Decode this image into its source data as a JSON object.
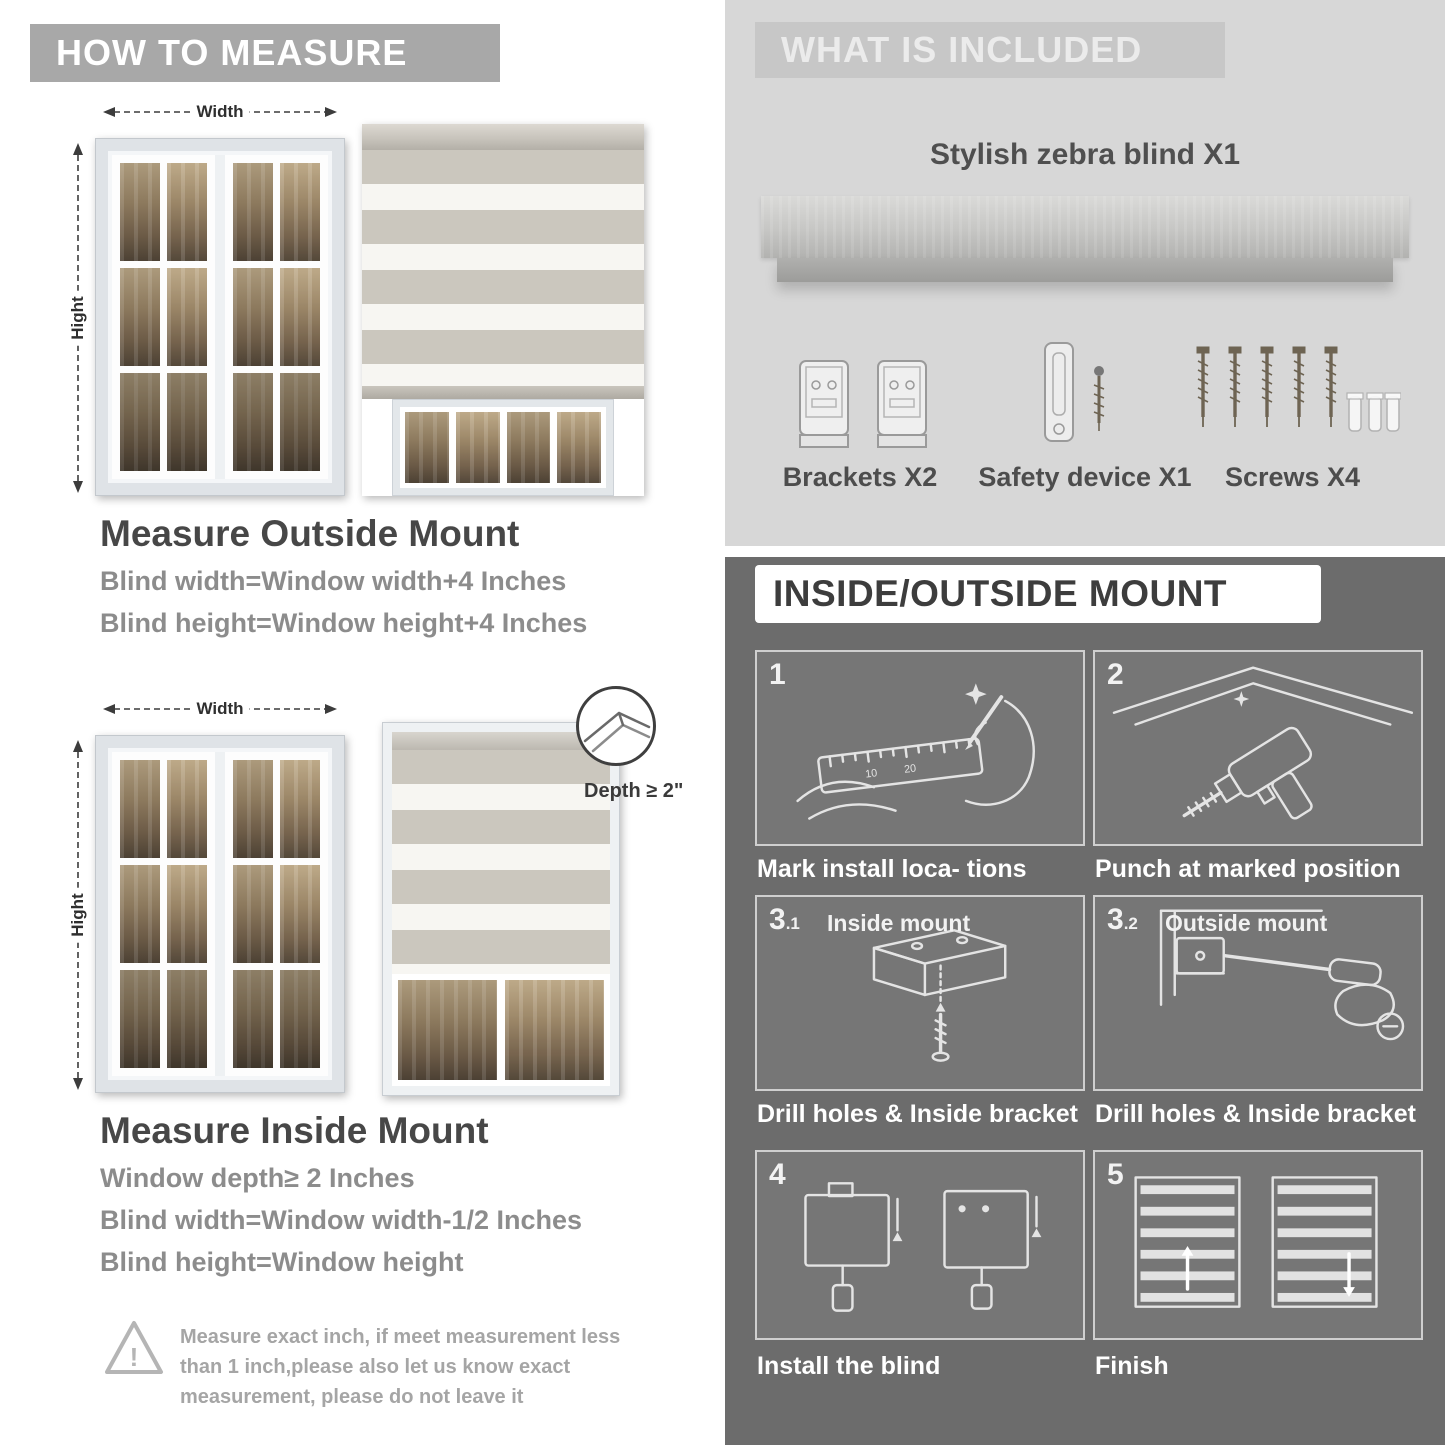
{
  "measure": {
    "header": "HOW TO MEASURE",
    "width_label": "Width",
    "height_label": "Hight",
    "outside": {
      "title": "Measure Outside Mount",
      "line1": "Blind width=Window width+4 Inches",
      "line2": "Blind height=Window height+4 Inches"
    },
    "inside": {
      "depth_callout": "Depth ≥ 2\"",
      "title": "Measure Inside Mount",
      "line1": "Window depth≥ 2 Inches",
      "line2": "Blind width=Window width-1/2 Inches",
      "line3": "Blind height=Window height"
    },
    "note": "Measure exact inch, if meet measurement less than 1 inch,please also let us know exact measurement, please do not leave it"
  },
  "included": {
    "header": "WHAT IS INCLUDED",
    "product": "Stylish zebra blind X1",
    "items": [
      {
        "label": "Brackets X2"
      },
      {
        "label": "Safety device X1"
      },
      {
        "label": "Screws X4"
      }
    ]
  },
  "mount": {
    "header": "INSIDE/OUTSIDE MOUNT",
    "steps": [
      {
        "num": "1",
        "sub": "",
        "title": "",
        "caption": "Mark install loca- tions"
      },
      {
        "num": "2",
        "sub": "",
        "title": "",
        "caption": "Punch at  marked position"
      },
      {
        "num": "3",
        "sub": ".1",
        "title": "Inside mount",
        "caption": "Drill holes &  Inside bracket"
      },
      {
        "num": "3",
        "sub": ".2",
        "title": "Outside mount",
        "caption": "Drill holes &  Inside bracket"
      },
      {
        "num": "4",
        "sub": "",
        "title": "",
        "caption": "Install the blind"
      },
      {
        "num": "5",
        "sub": "",
        "title": "",
        "caption": "Finish"
      }
    ]
  }
}
